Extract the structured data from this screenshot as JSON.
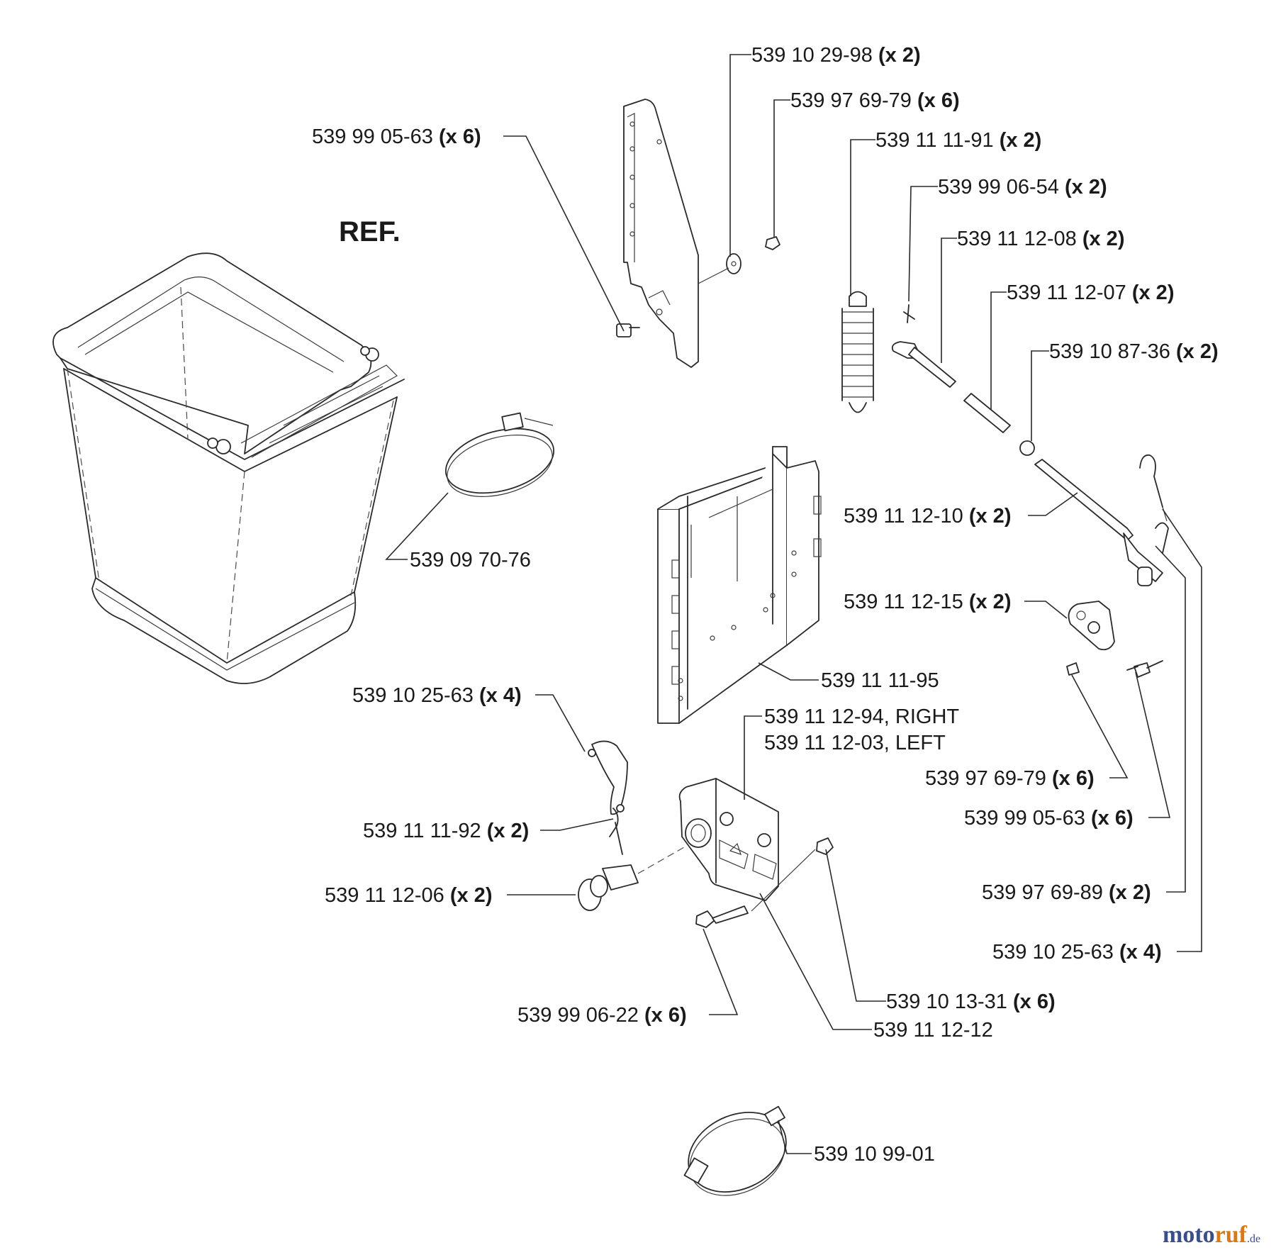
{
  "heading": "REF.",
  "callouts": [
    {
      "part": "539 10 29-98",
      "qty": "(x 2)"
    },
    {
      "part": "539 97 69-79",
      "qty": "(x 6)"
    },
    {
      "part": "539 99 05-63",
      "qty": "(x 6)"
    },
    {
      "part": "539 11 11-91",
      "qty": "(x 2)"
    },
    {
      "part": "539 99 06-54",
      "qty": "(x 2)"
    },
    {
      "part": "539 11 12-08",
      "qty": "(x 2)"
    },
    {
      "part": "539 11 12-07",
      "qty": "(x 2)"
    },
    {
      "part": "539 10 87-36",
      "qty": "(x 2)"
    },
    {
      "part": "539 11 12-10",
      "qty": "(x 2)"
    },
    {
      "part": "539 09 70-76",
      "qty": ""
    },
    {
      "part": "539 11 12-15",
      "qty": "(x 2)"
    },
    {
      "part": "539 11 11-95",
      "qty": ""
    },
    {
      "part": "539 10 25-63",
      "qty": "(x 4)"
    },
    {
      "part": "539 11 12-94, RIGHT",
      "qty": ""
    },
    {
      "part": "539 11 12-03, LEFT",
      "qty": ""
    },
    {
      "part": "539 97 69-79",
      "qty": "(x 6)"
    },
    {
      "part": "539 11 11-92",
      "qty": "(x 2)"
    },
    {
      "part": "539 99 05-63",
      "qty": "(x 6)"
    },
    {
      "part": "539 11 12-06",
      "qty": "(x 2)"
    },
    {
      "part": "539 97 69-89",
      "qty": "(x 2)"
    },
    {
      "part": "539 10 25-63",
      "qty": "(x 4)"
    },
    {
      "part": "539 10 13-31",
      "qty": "(x 6)"
    },
    {
      "part": "539 99 06-22",
      "qty": "(x 6)"
    },
    {
      "part": "539 11 12-12",
      "qty": ""
    },
    {
      "part": "539 10 99-01",
      "qty": ""
    }
  ],
  "watermark": {
    "brand_a": "moto",
    "brand_b": "ruf",
    "suffix": ".de"
  }
}
